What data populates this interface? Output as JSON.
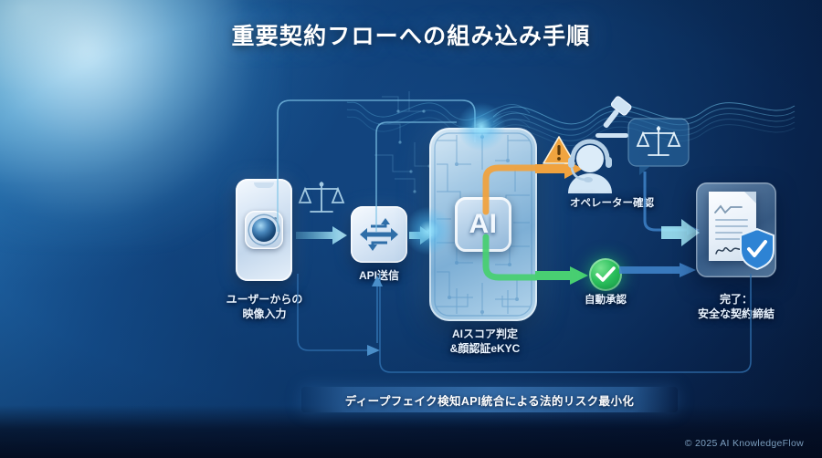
{
  "title": "重要契約フローへの組み込み手順",
  "nodes": {
    "input": {
      "label": "ユーザーからの\n映像入力",
      "icon": "smartphone-camera-icon"
    },
    "api": {
      "label": "API送信",
      "icon": "exchange-arrows-icon"
    },
    "ai": {
      "chip_label": "AI",
      "label": "AIスコア判定\n&顔認証eKYC",
      "icon": "ai-chip-icon"
    },
    "operator": {
      "label": "オペレーター確認",
      "icon": "headset-operator-icon"
    },
    "auto_approve": {
      "label": "自動承認",
      "icon": "green-check-icon"
    },
    "complete": {
      "label": "完了：\n安全な契約締結",
      "icon": "signed-document-shield-icon"
    }
  },
  "decor_icons": {
    "scales_left": "scales-of-justice-icon",
    "scales_right": "scales-of-justice-bubble-icon",
    "gavel": "gavel-icon",
    "warning": "warning-triangle-icon"
  },
  "banner": {
    "text": "ディープフェイク検知API統合による法的リスク最小化"
  },
  "footer": {
    "copyright": "© 2025 AI KnowledgeFlow"
  },
  "colors": {
    "bg_deep": "#071f45",
    "bg_mid": "#134a86",
    "bg_light": "#2b7ab4",
    "arrow_cyan": "#9fe4f5",
    "arrow_orange": "#f2a33c",
    "arrow_green": "#4cd47a",
    "arrow_blue": "#3e82c8",
    "title_text": "#ffffff",
    "banner_text": "#ffffff",
    "footer_text": "#8fb5d8"
  }
}
